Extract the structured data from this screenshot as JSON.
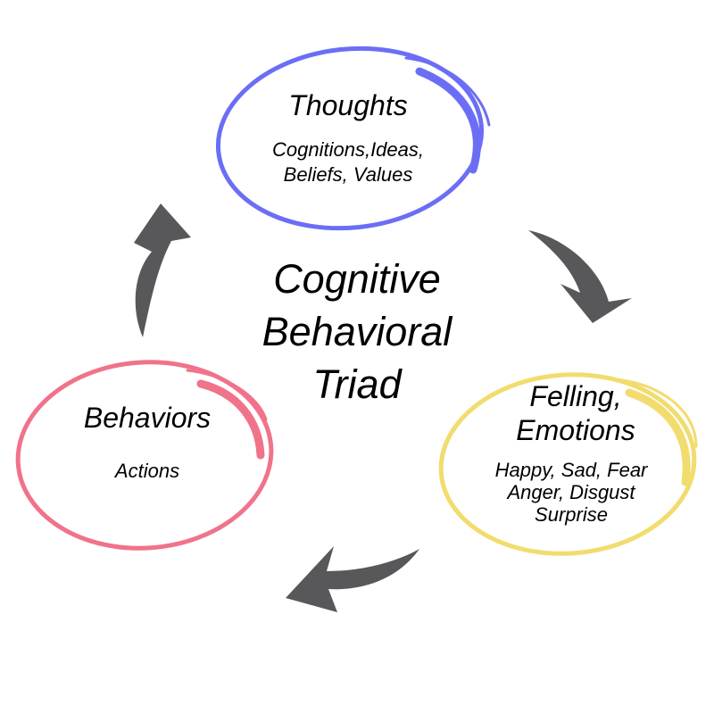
{
  "center": {
    "lines": [
      "Cognitive",
      "Behavioral",
      "Triad"
    ]
  },
  "nodes": {
    "thoughts": {
      "title": "Thoughts",
      "sub_lines": [
        "Cognitions,Ideas,",
        "Beliefs, Values"
      ],
      "color": "#6b6ef5"
    },
    "feelings": {
      "title_lines": [
        "Felling,",
        "Emotions"
      ],
      "sub_lines": [
        "Happy, Sad, Fear",
        "Anger, Disgust",
        "Surprise"
      ],
      "color": "#f2dc6e"
    },
    "behaviors": {
      "title": "Behaviors",
      "sub_lines": [
        "Actions"
      ],
      "color": "#f0738a"
    }
  },
  "arrow_color": "#58585a"
}
